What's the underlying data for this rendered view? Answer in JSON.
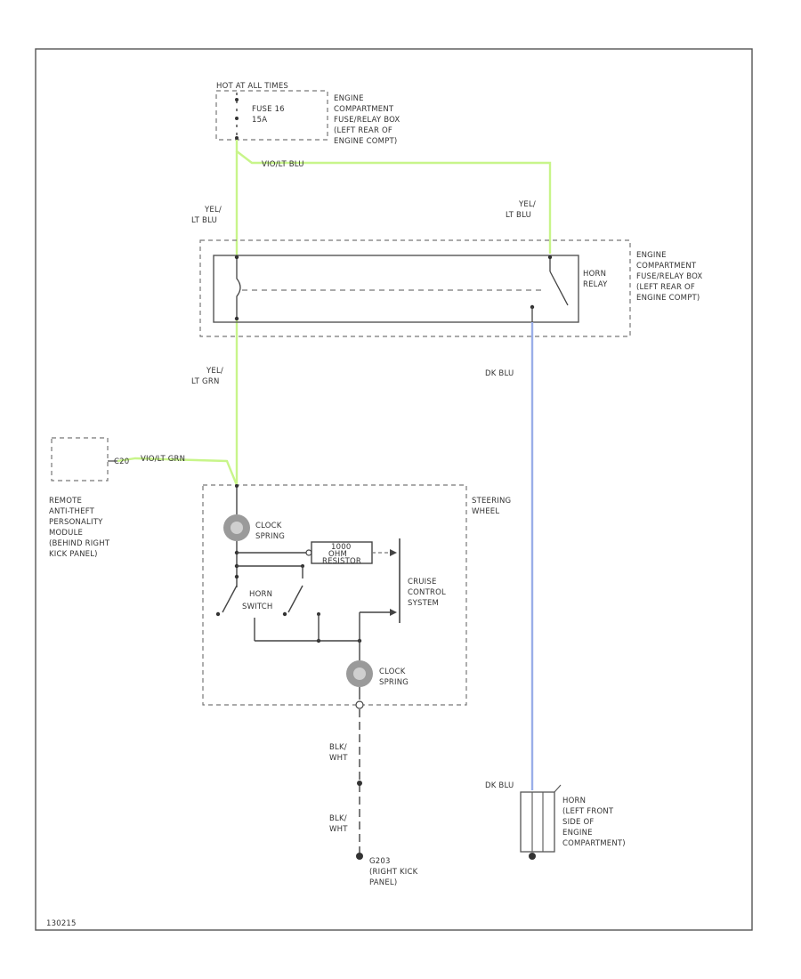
{
  "fuse_box": {
    "header": "HOT AT ALL TIMES",
    "fuse": [
      "FUSE 16",
      "15A"
    ],
    "location": [
      "ENGINE",
      "COMPARTMENT",
      "FUSE/RELAY BOX",
      "(LEFT REAR OF",
      "ENGINE COMPT)"
    ]
  },
  "wires": {
    "top": "VIO/LT BLU",
    "left_relay_in": [
      "YEL/",
      "LT BLU"
    ],
    "right_relay_in": [
      "YEL/",
      "LT BLU"
    ],
    "relay_out": [
      "YEL/",
      "LT GRN"
    ],
    "module": "VIO/LT GRN",
    "relay_to_horn": "DK BLU",
    "horn_in": "DK BLU",
    "ground_1": [
      "BLK/",
      "WHT"
    ],
    "ground_2": [
      "BLK/",
      "WHT"
    ]
  },
  "relay_box": {
    "relay": [
      "HORN",
      "RELAY"
    ],
    "location": [
      "ENGINE",
      "COMPARTMENT",
      "FUSE/RELAY BOX",
      "(LEFT REAR OF",
      "ENGINE COMPT)"
    ]
  },
  "module": {
    "pin": "C20",
    "label": [
      "REMOTE",
      "ANTI-THEFT",
      "PERSONALITY",
      "MODULE",
      "(BEHIND RIGHT",
      "KICK PANEL)"
    ]
  },
  "steering": {
    "label": [
      "STEERING",
      "WHEEL"
    ],
    "clock_spring_upper": [
      "CLOCK",
      "SPRING"
    ],
    "clock_spring_lower": [
      "CLOCK",
      "SPRING"
    ],
    "resistor": [
      "1000",
      "OHM",
      "RESISTOR"
    ],
    "horn_switch": [
      "HORN",
      "SWITCH"
    ],
    "cruise": [
      "CRUISE",
      "CONTROL",
      "SYSTEM"
    ]
  },
  "horn": {
    "label": [
      "HORN",
      "(LEFT FRONT",
      "SIDE OF",
      "ENGINE",
      "COMPARTMENT)"
    ]
  },
  "ground": {
    "label": [
      "G203",
      "(RIGHT KICK",
      "PANEL)"
    ]
  },
  "footer": {
    "code": "130215"
  },
  "colors": {
    "green_wire": "#c8f58a",
    "blue_wire": "#9aaee8",
    "line": "#444444"
  }
}
